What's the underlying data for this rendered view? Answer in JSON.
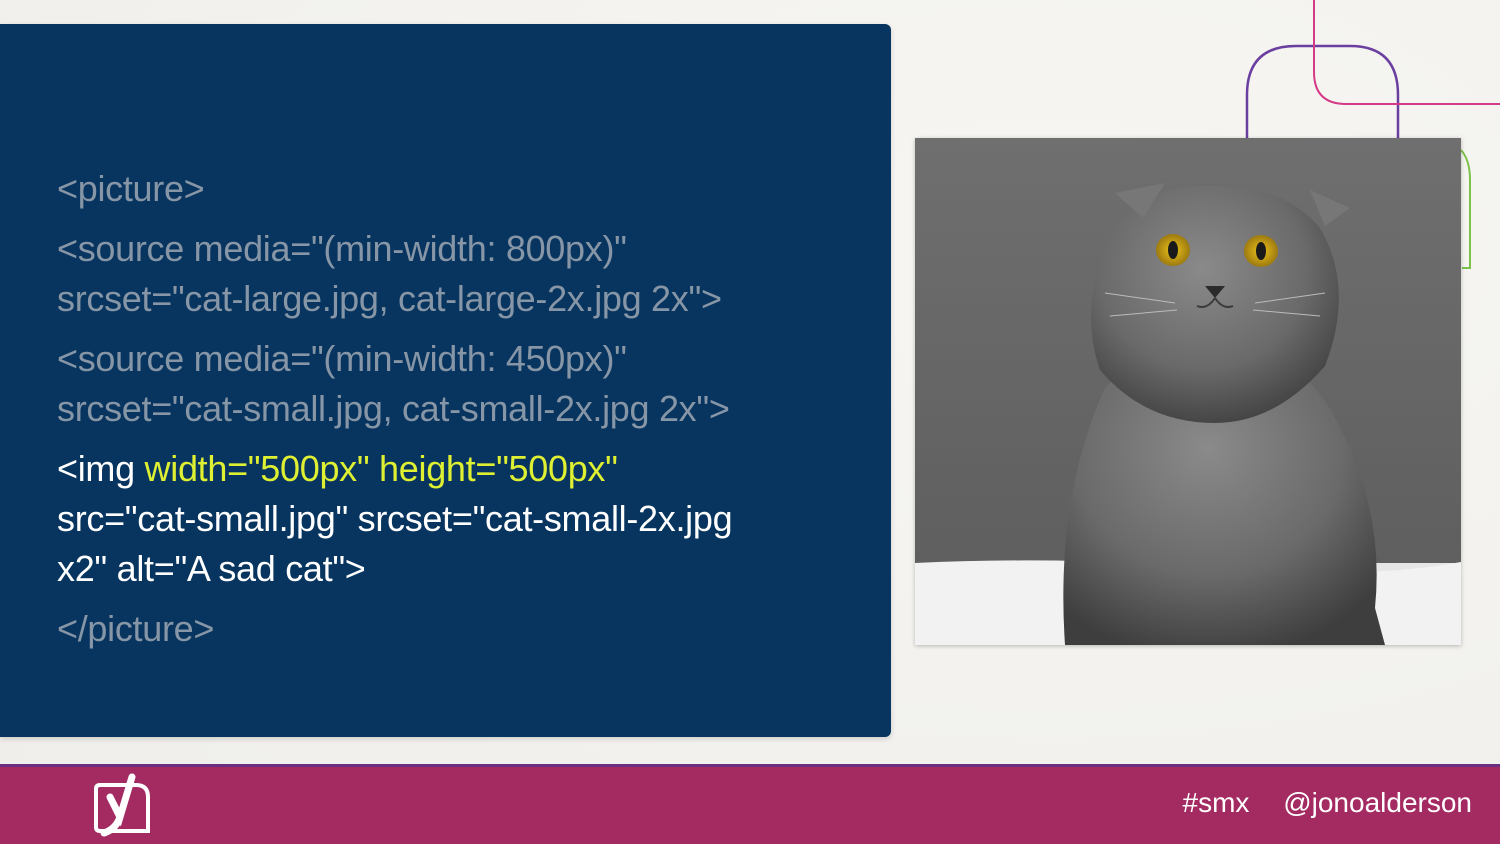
{
  "code": {
    "picture_open": "<picture>",
    "source1_a": "<source media=\"(min-width: 800px)\"",
    "source1_b": "srcset=\"cat-large.jpg, cat-large-2x.jpg 2x\">",
    "source2_a": "<source media=\"(min-width: 450px)\"",
    "source2_b": "srcset=\"cat-small.jpg, cat-small-2x.jpg 2x\">",
    "img_tag": "<img ",
    "img_dims": "width=\"500px\" height=\"500px\"",
    "img_b": "src=\"cat-small.jpg\" srcset=\"cat-small-2x.jpg",
    "img_c": "x2\" alt=\"A sad cat\">",
    "picture_close": "</picture>"
  },
  "footer": {
    "hashtag": "#smx",
    "handle": "@jonoalderson"
  },
  "colors": {
    "panel": "#07355f",
    "footer": "#a42a62",
    "highlight": "#dff032"
  },
  "icons": {
    "logo": "yoast-logo-icon",
    "photo": "grey-cat-photo"
  }
}
